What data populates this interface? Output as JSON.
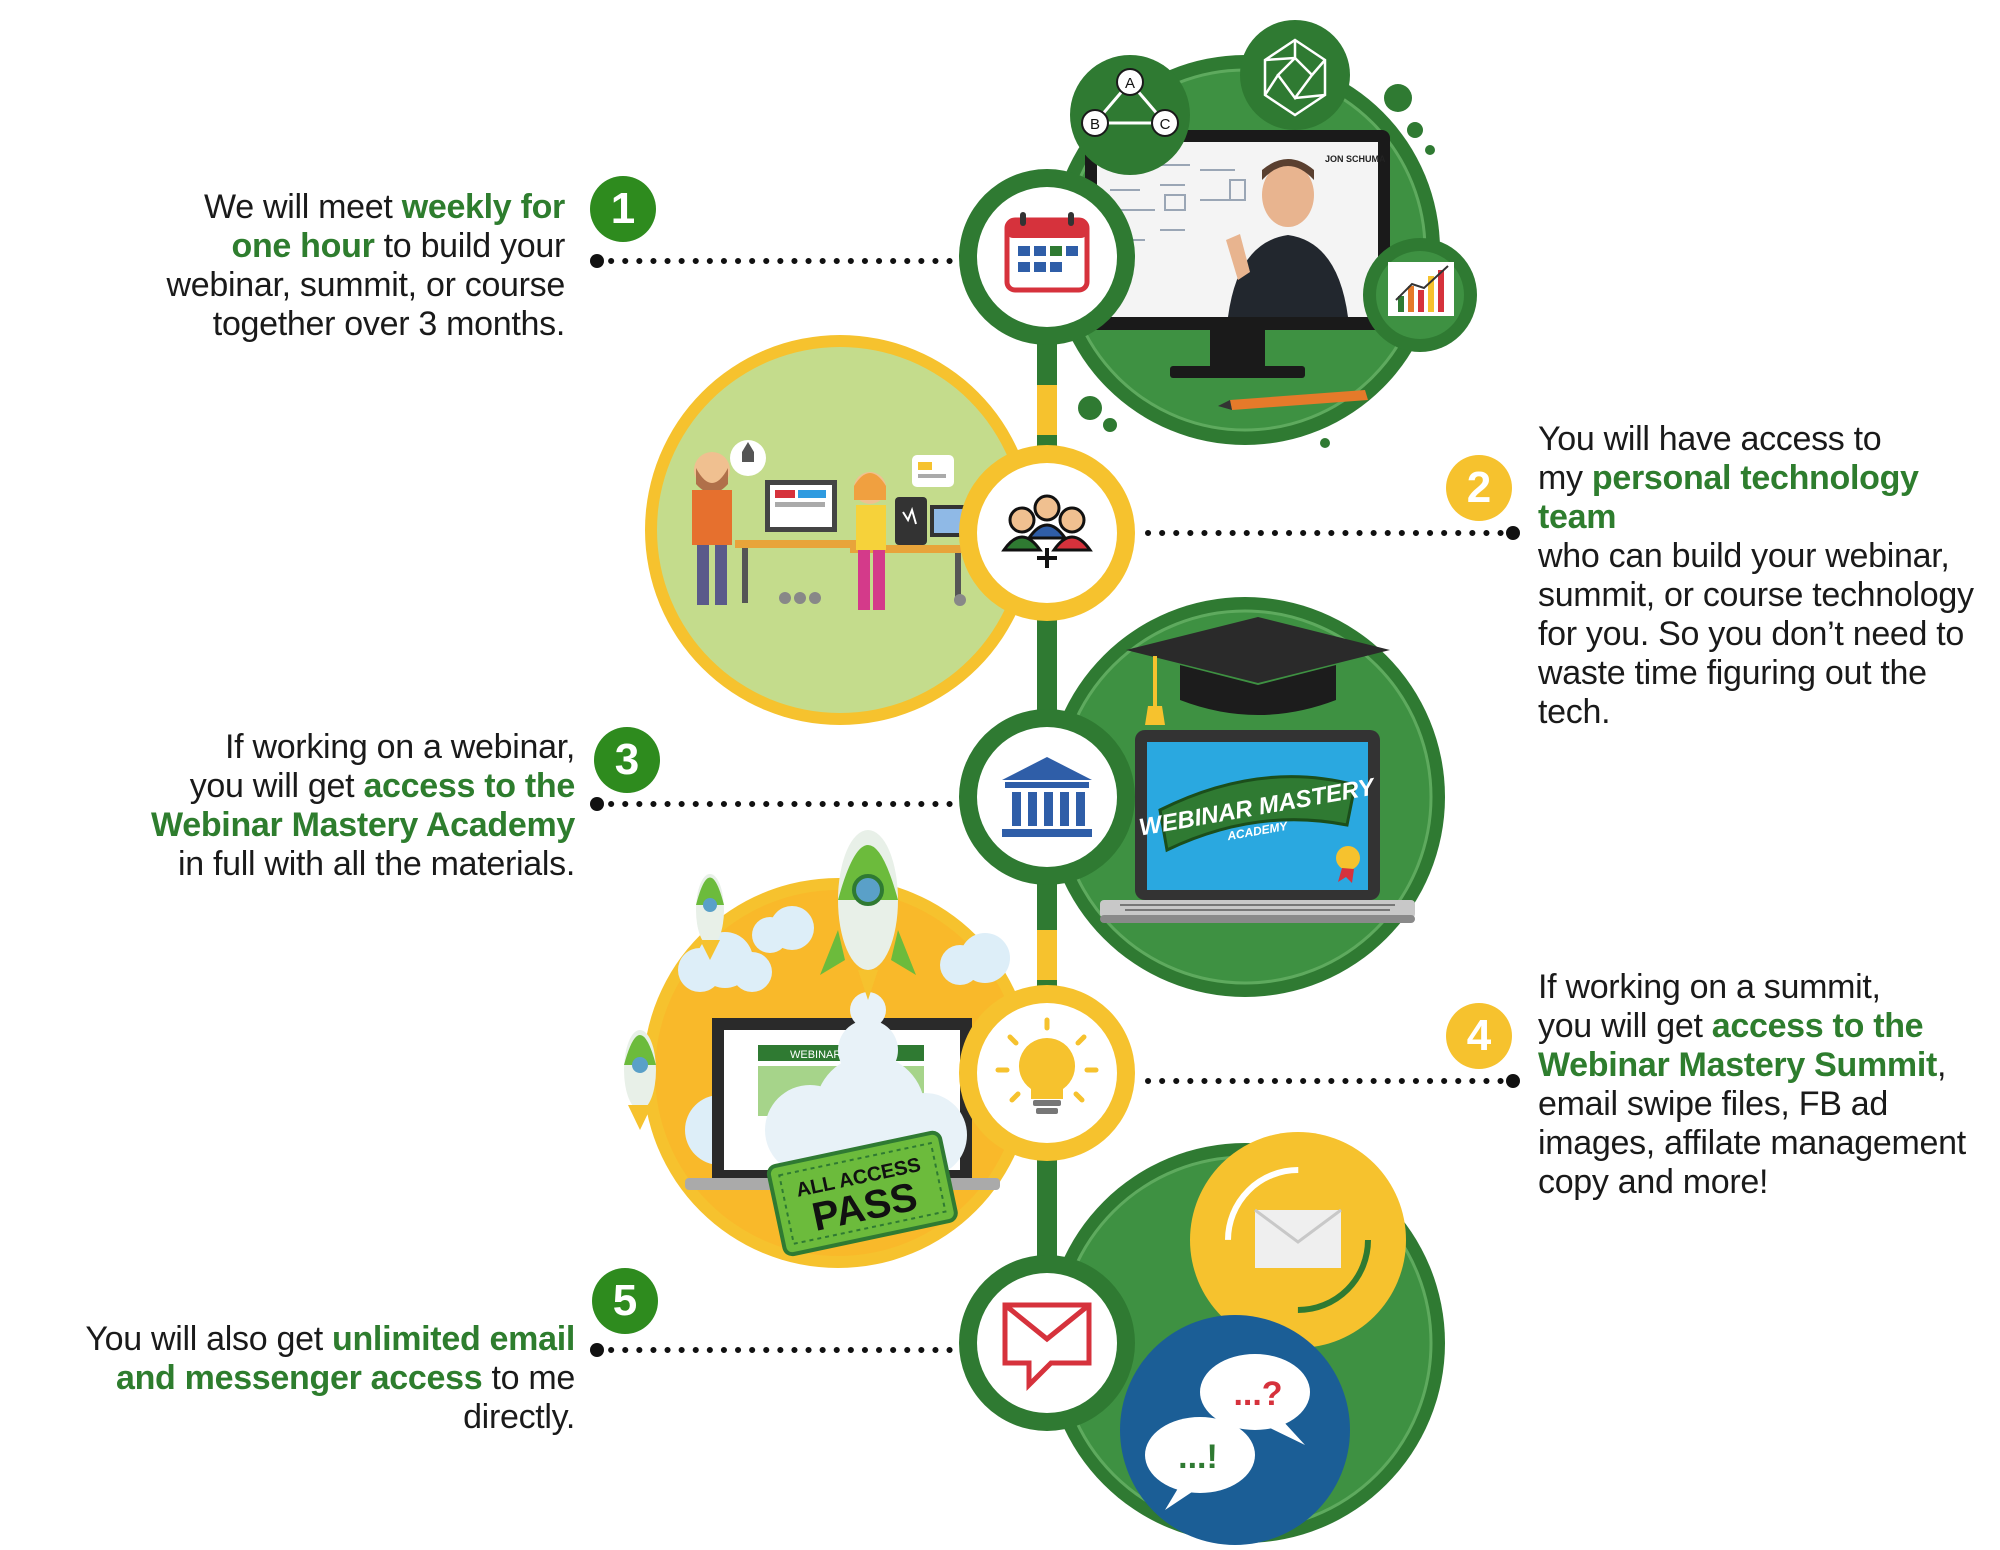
{
  "colors": {
    "green_dark": "#2f7a32",
    "green_mid": "#3e9142",
    "green_text": "#2e7d2e",
    "yellow": "#f6c22e",
    "light_green_bg": "#c4dc8c",
    "blue_dark": "#1b5e96",
    "red_icon": "#d6323c"
  },
  "steps": [
    {
      "number": "1",
      "badge_color": "green",
      "side": "left",
      "icon": "calendar-icon",
      "illustration": "webinar-presenter-monitor",
      "lines": [
        [
          {
            "t": "We will meet "
          },
          {
            "t": "weekly for",
            "hl": true
          }
        ],
        [
          {
            "t": "one hour",
            "hl": true
          },
          {
            "t": " to build your"
          }
        ],
        [
          {
            "t": "webinar, summit, or course"
          }
        ],
        [
          {
            "t": "together over 3 months."
          }
        ]
      ]
    },
    {
      "number": "2",
      "badge_color": "yellow",
      "side": "right",
      "icon": "team-icon",
      "illustration": "tech-team-office",
      "lines": [
        [
          {
            "t": "You will have access to"
          }
        ],
        [
          {
            "t": "my "
          },
          {
            "t": "personal technology team",
            "hl": true
          }
        ],
        [
          {
            "t": "who can build your webinar,"
          }
        ],
        [
          {
            "t": "summit, or course technology"
          }
        ],
        [
          {
            "t": "for you. So you don’t need to"
          }
        ],
        [
          {
            "t": "waste time figuring out the tech."
          }
        ]
      ]
    },
    {
      "number": "3",
      "badge_color": "green",
      "side": "left",
      "icon": "bank-icon",
      "illustration": "academy-laptop",
      "lines": [
        [
          {
            "t": "If working on a webinar,"
          }
        ],
        [
          {
            "t": "you will get "
          },
          {
            "t": "access to the",
            "hl": true
          }
        ],
        [
          {
            "t": "Webinar Mastery Academy",
            "hl": true
          }
        ],
        [
          {
            "t": "in full with all the materials."
          }
        ]
      ]
    },
    {
      "number": "4",
      "badge_color": "yellow",
      "side": "right",
      "icon": "lightbulb-icon",
      "illustration": "all-access-pass-rockets",
      "lines": [
        [
          {
            "t": "If working on a summit,"
          }
        ],
        [
          {
            "t": "you will get "
          },
          {
            "t": "access to the",
            "hl": true
          }
        ],
        [
          {
            "t": "Webinar Mastery Summit",
            "hl": true
          },
          {
            "t": ","
          }
        ],
        [
          {
            "t": "email swipe files, FB ad"
          }
        ],
        [
          {
            "t": "images, affilate management"
          }
        ],
        [
          {
            "t": "copy and more!"
          }
        ]
      ]
    },
    {
      "number": "5",
      "badge_color": "green",
      "side": "left",
      "icon": "envelope-icon",
      "illustration": "email-messenger",
      "lines": [
        [
          {
            "t": "You will also get "
          },
          {
            "t": "unlimited email",
            "hl": true
          }
        ],
        [
          {
            "t": "and messenger access",
            "hl": true
          },
          {
            "t": " to me directly."
          }
        ]
      ]
    }
  ],
  "illustration_text": {
    "abc_labels": [
      "A",
      "B",
      "C"
    ],
    "presenter_name": "JON SCHUMA",
    "academy_logo_line1": "WEBINAR MASTERY",
    "academy_logo_line2": "ACADEMY",
    "laptop_screen_text": "WEBINAR",
    "pass_line1": "ALL ACCESS",
    "pass_line2": "PASS",
    "bubble_question": "...?",
    "bubble_exclaim": "...!"
  }
}
